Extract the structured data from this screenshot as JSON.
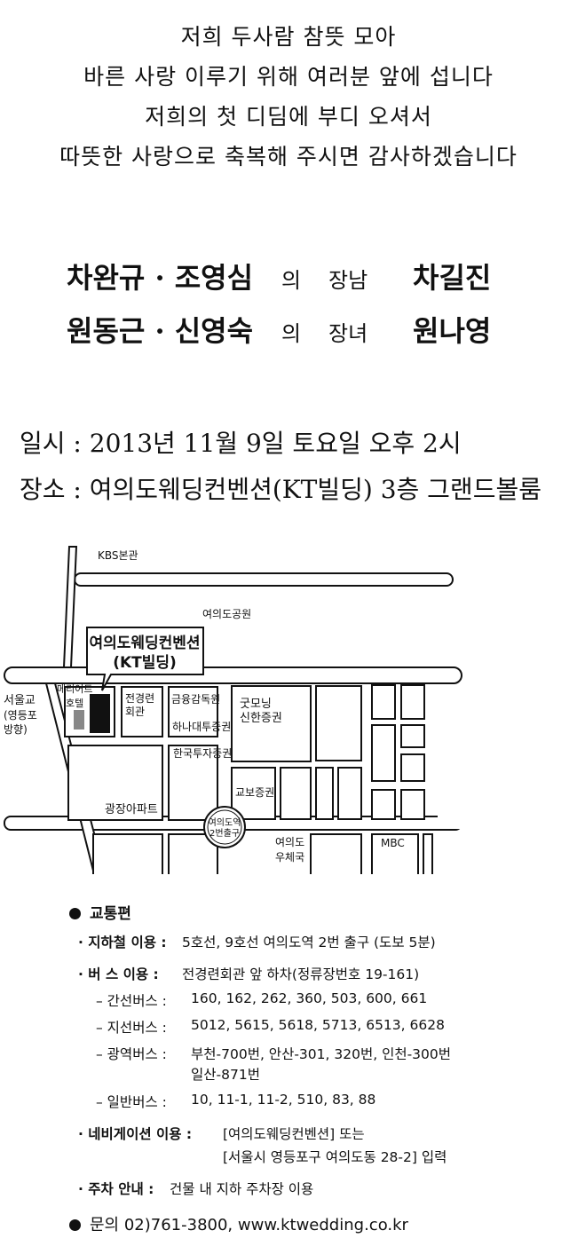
{
  "poem": [
    "저희 두사람 참뜻 모아",
    "바른 사랑 이루기 위해 여러분 앞에 섭니다",
    "저희의 첫 디딤에 부디 오셔서",
    "따뜻한 사랑으로 축복해 주시면 감사하겠습니다"
  ],
  "families": [
    {
      "parents": "차완규 · 조영심",
      "of": "의",
      "relation": "장남",
      "name": "차길진"
    },
    {
      "parents": "원동근 · 신영숙",
      "of": "의",
      "relation": "장녀",
      "name": "원나영"
    }
  ],
  "event": {
    "date_line": "일시 : 2013년 11월 9일 토요일 오후 2시",
    "place_line": "장소 : 여의도웨딩컨벤션(KT빌딩) 3층 그랜드볼룸"
  },
  "map": {
    "venue_line1": "여의도웨딩컨벤션",
    "venue_line2": "(KT빌딩)",
    "labels": {
      "kbs": "KBS본관",
      "park": "여의도공원",
      "marriott1": "메리어트",
      "marriott2": "호텔",
      "seoulgyo1": "서울교",
      "seoulgyo2": "(영등포",
      "seoulgyo3": "방향)",
      "fki1": "전경련",
      "fki2": "회관",
      "fss": "금융감독원",
      "hana": "하나대투증권",
      "goodmorning1": "굿모닝",
      "goodmorning2": "신한증권",
      "kis": "한국투자증권",
      "kyobo": "교보증권",
      "apt": "광장아파트",
      "station1": "여의도역",
      "station2": "2번출구",
      "post1": "여의도",
      "post2": "우체국",
      "mbc": "MBC"
    }
  },
  "transit": {
    "heading": "교통편",
    "subway_label": "· 지하철 이용 :",
    "subway_value": "5호선, 9호선 여의도역 2번 출구 (도보 5분)",
    "bus_label": "· 버   스 이용 :",
    "bus_value": "전경련회관 앞 하차(정류장번호 19-161)",
    "bus_lines": [
      {
        "label": "– 간선버스 :",
        "value": "160, 162, 262, 360, 503, 600, 661"
      },
      {
        "label": "– 지선버스 :",
        "value": "5012, 5615, 5618, 5713, 6513, 6628"
      },
      {
        "label": "– 광역버스 :",
        "value": "부천-700번, 안산-301, 320번, 인천-300번",
        "value2": "일산-871번"
      },
      {
        "label": "– 일반버스 :",
        "value": "10, 11-1, 11-2, 510, 83, 88"
      }
    ],
    "navi_label": "· 네비게이션 이용 :",
    "navi_value1": "[여의도웨딩컨벤션] 또는",
    "navi_value2": "[서울시 영등포구 여의도동 28-2] 입력",
    "parking_label": "· 주차 안내 :",
    "parking_value": "건물 내 지하 주차장 이용"
  },
  "contact": "문의 02)761-3800, www.ktwedding.co.kr"
}
